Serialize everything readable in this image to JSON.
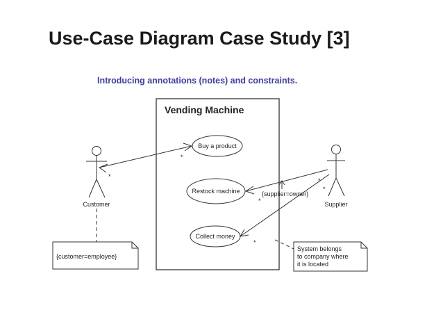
{
  "slide": {
    "title": "Use-Case Diagram Case Study [3]",
    "subtitle": "Introducing annotations (notes) and constraints."
  },
  "diagram": {
    "system_name": "Vending Machine",
    "use_cases": {
      "buy": "Buy a product",
      "restock": "Restock machine",
      "collect": "Collect money"
    },
    "actors": {
      "customer": "Customer",
      "supplier": "Supplier"
    },
    "constraints": {
      "supplier_owner": "{supplier=owner}"
    },
    "notes": {
      "customer_note": "{customer=employee}",
      "supplier_note_lines": [
        "System belongs",
        "to company where",
        "it is located"
      ]
    },
    "multiplicity": "*"
  }
}
